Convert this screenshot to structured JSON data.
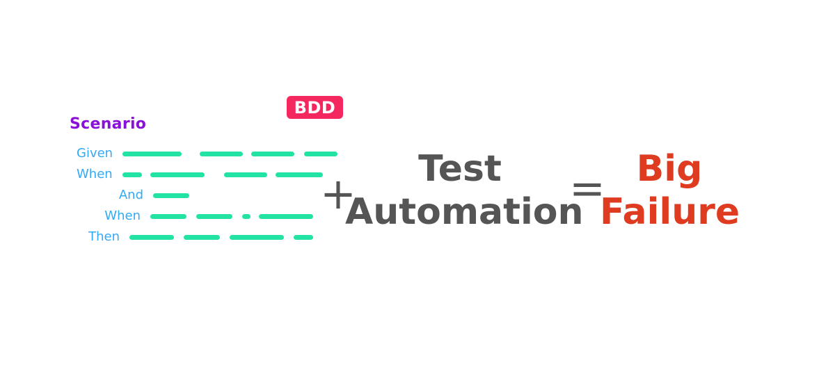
{
  "meta": {
    "background_color": "#ffffff",
    "equation_summary": "BDD Scenario + Test Automation = Big Failure"
  },
  "badge": {
    "label": "BDD",
    "background_color": "#f4275f",
    "text_color": "#ffffff"
  },
  "scenario": {
    "title": "Scenario",
    "title_color": "#8a10d8",
    "keyword_color": "#33aaf5",
    "dash_color": "#22e3a4",
    "steps": [
      {
        "keyword": "Given",
        "dashes": [
          {
            "width": 85,
            "gap": 0
          },
          {
            "width": 62,
            "gap": 26
          },
          {
            "width": 62,
            "gap": 12
          },
          {
            "width": 48,
            "gap": 14
          }
        ]
      },
      {
        "keyword": "When",
        "dashes": [
          {
            "width": 28,
            "gap": 0
          },
          {
            "width": 78,
            "gap": 12
          },
          {
            "width": 62,
            "gap": 28
          },
          {
            "width": 68,
            "gap": 12
          }
        ]
      },
      {
        "keyword": "And",
        "dashes": [
          {
            "width": 52,
            "gap": 0
          }
        ]
      },
      {
        "keyword": "When",
        "dashes": [
          {
            "width": 52,
            "gap": 0
          },
          {
            "width": 52,
            "gap": 14
          },
          {
            "width": 12,
            "gap": 14
          },
          {
            "width": 78,
            "gap": 12
          }
        ]
      },
      {
        "keyword": "Then",
        "dashes": [
          {
            "width": 64,
            "gap": 0
          },
          {
            "width": 52,
            "gap": 14
          },
          {
            "width": 78,
            "gap": 14
          },
          {
            "width": 28,
            "gap": 14
          }
        ]
      }
    ]
  },
  "operators": {
    "plus": "+",
    "equals": "=",
    "color": "#555555"
  },
  "phrases": {
    "operand": {
      "line1": "Test",
      "line2": "Automation",
      "color": "#555555"
    },
    "result": {
      "line1": "Big",
      "line2": "Failure",
      "color": "#de3b21"
    }
  }
}
